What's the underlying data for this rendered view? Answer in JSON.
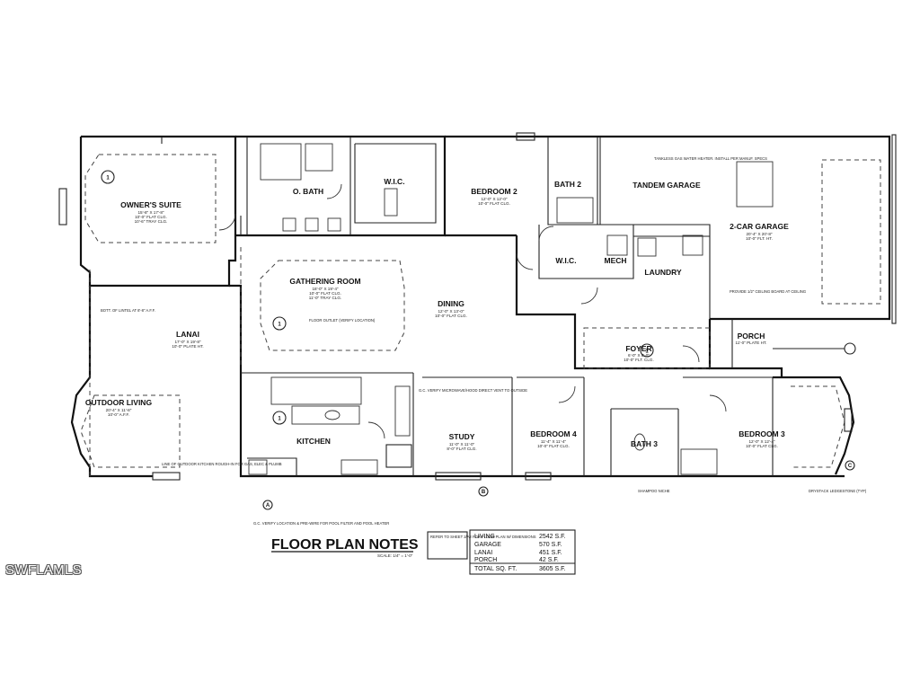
{
  "rooms": {
    "owners_suite": {
      "name": "OWNER'S SUITE",
      "dims": "15'-8\" X 17'-8\"",
      "ceiling": "10'-0\" FLAT CLG.",
      "tray": "10'-6\" TRAY CLG."
    },
    "o_bath": {
      "name": "O. BATH"
    },
    "wic_owner": {
      "name": "W.I.C."
    },
    "bedroom2": {
      "name": "BEDROOM 2",
      "dims": "12'-0\" X 12'-0\"",
      "ceiling": "10'-0\" FLAT CLG."
    },
    "bath2": {
      "name": "BATH 2"
    },
    "tandem_garage": {
      "name": "TANDEM GARAGE"
    },
    "two_car_garage": {
      "name": "2-CAR GARAGE",
      "dims": "20'-4\" X 20'-8\"",
      "ceiling": "10'-0\" FLT. HT."
    },
    "gathering_room": {
      "name": "GATHERING ROOM",
      "dims": "18'-0\" X 19'-4\"",
      "ceiling": "10'-0\" FLAT CLG.",
      "tray": "11'-0\" TRAY CLG."
    },
    "dining": {
      "name": "DINING",
      "dims": "12'-0\" X 13'-0\"",
      "ceiling": "10'-0\" FLAT CLG."
    },
    "wic2": {
      "name": "W.I.C."
    },
    "mech": {
      "name": "MECH"
    },
    "laundry": {
      "name": "LAUNDRY"
    },
    "lanai": {
      "name": "LANAI",
      "dims": "17'-0\" X 19'-8\"",
      "ceiling": "10'-0\" PLATE HT."
    },
    "outdoor_living": {
      "name": "OUTDOOR LIVING",
      "dims": "20'-4\" X 11'-8\"",
      "ceiling": "10'-0\" A.F.F."
    },
    "foyer": {
      "name": "FOYER",
      "dims": "6'-0\" X 8'-0\"",
      "ceiling": "10'-0\" FLT. CLG."
    },
    "porch": {
      "name": "PORCH",
      "ceiling": "11'-0\" PLATE HT."
    },
    "kitchen": {
      "name": "KITCHEN"
    },
    "study": {
      "name": "STUDY",
      "dims": "11'-0\" X 11'-0\"",
      "ceiling": "8'-0\" FLAT CLG."
    },
    "bedroom4": {
      "name": "BEDROOM 4",
      "dims": "11'-4\" X 11'-4\"",
      "ceiling": "10'-0\" FLAT CLG."
    },
    "bath3": {
      "name": "BATH 3"
    },
    "bedroom3": {
      "name": "BEDROOM 3",
      "dims": "12'-0\" X 12'-4\"",
      "ceiling": "10'-0\" FLAT CLG."
    }
  },
  "notes": {
    "tankless": "TANKLESS GAS WATER HEATER. INSTALL PER MANUF. SPECS",
    "gc_verify_micro": "G.C. VERIFY MICROWAVE/HOOD DIRECT VENT TO OUTSIDE",
    "floor_outlet": "FLOOR OUTLET (VERIFY LOCATION)",
    "line_kitchen": "LINE OF OUTDOOR KITCHEN ROUGH-IN FOR GAS, ELEC & PLUMB",
    "gc_verify_pool": "G.C. VERIFY LOCATION & PRE-WIRE FOR POOL FILTER AND POOL HEATER",
    "drystack": "DRYSTACK LEDGESTONE (TYP)",
    "shampoo": "SHAMPOO NICHE",
    "refer": "REFER TO SHEET 2/A2 FOR FLOOR PLAN W/ DIMENSIONS",
    "bott_lintel": "BOTT. OF LINTEL AT 8'-8\" A.F.F.",
    "provide": "PROVIDE 1/2\" CEILING BOARD AT CEILING"
  },
  "title": {
    "main": "FLOOR PLAN NOTES",
    "scale": "SCALE: 1/4\" = 1'-0\""
  },
  "area_table": {
    "rows": [
      {
        "label": "LIVING",
        "value": "2542 S.F."
      },
      {
        "label": "GARAGE",
        "value": "570 S.F."
      },
      {
        "label": "LANAI",
        "value": "451 S.F."
      },
      {
        "label": "PORCH",
        "value": "42 S.F."
      }
    ],
    "total_label": "TOTAL SQ. FT.",
    "total_value": "3605 S.F."
  },
  "markers": {
    "one": "1",
    "a": "A",
    "b": "B",
    "c": "C"
  },
  "watermark": "SWFLAMLS"
}
